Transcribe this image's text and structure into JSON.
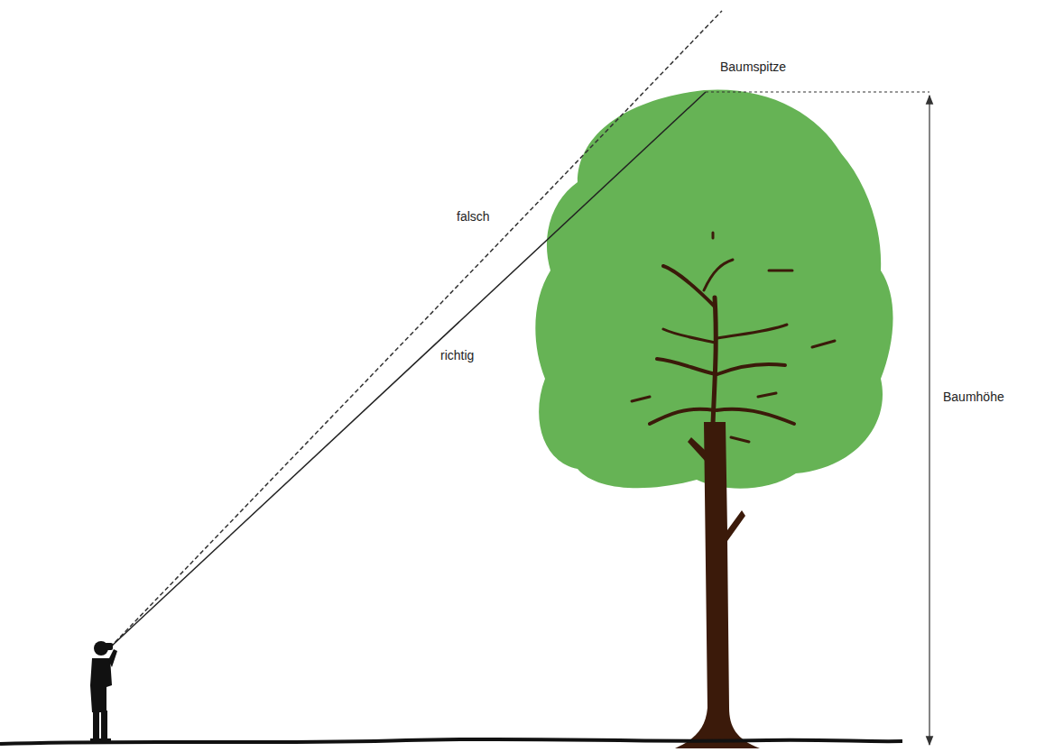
{
  "diagram": {
    "labels": [
      "Baumspitze",
      "falsch",
      "richtig",
      "Baumhöhe"
    ]
  }
}
